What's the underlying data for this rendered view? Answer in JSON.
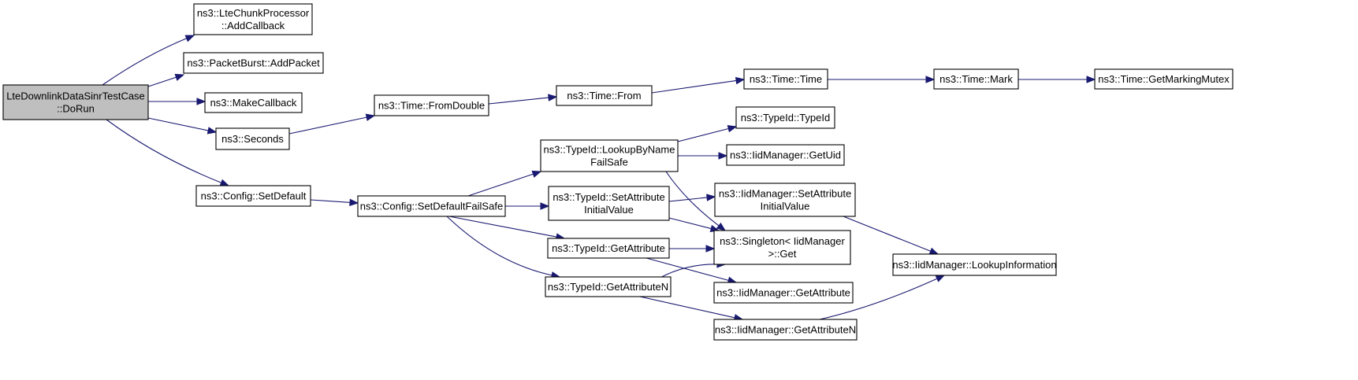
{
  "graph": {
    "nodes": [
      {
        "id": "root",
        "lines": [
          "LteDownlinkDataSinrTestCase",
          "::DoRun"
        ],
        "highlight": true
      },
      {
        "id": "lte_chunk_add_callback",
        "lines": [
          "ns3::LteChunkProcessor",
          "::AddCallback"
        ]
      },
      {
        "id": "packet_burst_add_packet",
        "lines": [
          "ns3::PacketBurst::AddPacket"
        ]
      },
      {
        "id": "make_callback",
        "lines": [
          "ns3::MakeCallback"
        ]
      },
      {
        "id": "seconds",
        "lines": [
          "ns3::Seconds"
        ]
      },
      {
        "id": "config_set_default",
        "lines": [
          "ns3::Config::SetDefault"
        ]
      },
      {
        "id": "time_from_double",
        "lines": [
          "ns3::Time::FromDouble"
        ]
      },
      {
        "id": "time_from",
        "lines": [
          "ns3::Time::From"
        ]
      },
      {
        "id": "time_time",
        "lines": [
          "ns3::Time::Time"
        ]
      },
      {
        "id": "time_mark",
        "lines": [
          "ns3::Time::Mark"
        ]
      },
      {
        "id": "time_get_marking_mutex",
        "lines": [
          "ns3::Time::GetMarkingMutex"
        ]
      },
      {
        "id": "config_set_default_failsafe",
        "lines": [
          "ns3::Config::SetDefaultFailSafe"
        ]
      },
      {
        "id": "typeid_lookup_by_name_failsafe",
        "lines": [
          "ns3::TypeId::LookupByName",
          "FailSafe"
        ]
      },
      {
        "id": "typeid_set_attribute_initial_value",
        "lines": [
          "ns3::TypeId::SetAttribute",
          "InitialValue"
        ]
      },
      {
        "id": "typeid_get_attribute",
        "lines": [
          "ns3::TypeId::GetAttribute"
        ]
      },
      {
        "id": "typeid_get_attribute_n",
        "lines": [
          "ns3::TypeId::GetAttributeN"
        ]
      },
      {
        "id": "typeid_typeid",
        "lines": [
          "ns3::TypeId::TypeId"
        ]
      },
      {
        "id": "iidmanager_get_uid",
        "lines": [
          "ns3::IidManager::GetUid"
        ]
      },
      {
        "id": "iidmanager_set_attribute_initial_value",
        "lines": [
          "ns3::IidManager::SetAttribute",
          "InitialValue"
        ]
      },
      {
        "id": "singleton_iidmanager_get",
        "lines": [
          "ns3::Singleton< IidManager",
          ">::Get"
        ]
      },
      {
        "id": "iidmanager_get_attribute",
        "lines": [
          "ns3::IidManager::GetAttribute"
        ]
      },
      {
        "id": "iidmanager_get_attribute_n",
        "lines": [
          "ns3::IidManager::GetAttributeN"
        ]
      },
      {
        "id": "iidmanager_lookup_information",
        "lines": [
          "ns3::IidManager::LookupInformation"
        ]
      }
    ],
    "edges": [
      {
        "from": "root",
        "to": "lte_chunk_add_callback"
      },
      {
        "from": "root",
        "to": "packet_burst_add_packet"
      },
      {
        "from": "root",
        "to": "make_callback"
      },
      {
        "from": "root",
        "to": "seconds"
      },
      {
        "from": "root",
        "to": "config_set_default"
      },
      {
        "from": "seconds",
        "to": "time_from_double"
      },
      {
        "from": "time_from_double",
        "to": "time_from"
      },
      {
        "from": "time_from",
        "to": "time_time"
      },
      {
        "from": "time_time",
        "to": "time_mark"
      },
      {
        "from": "time_mark",
        "to": "time_get_marking_mutex"
      },
      {
        "from": "config_set_default",
        "to": "config_set_default_failsafe"
      },
      {
        "from": "config_set_default_failsafe",
        "to": "typeid_lookup_by_name_failsafe"
      },
      {
        "from": "config_set_default_failsafe",
        "to": "typeid_set_attribute_initial_value"
      },
      {
        "from": "config_set_default_failsafe",
        "to": "typeid_get_attribute"
      },
      {
        "from": "config_set_default_failsafe",
        "to": "typeid_get_attribute_n"
      },
      {
        "from": "typeid_lookup_by_name_failsafe",
        "to": "typeid_typeid"
      },
      {
        "from": "typeid_lookup_by_name_failsafe",
        "to": "iidmanager_get_uid"
      },
      {
        "from": "typeid_lookup_by_name_failsafe",
        "to": "singleton_iidmanager_get"
      },
      {
        "from": "typeid_set_attribute_initial_value",
        "to": "iidmanager_set_attribute_initial_value"
      },
      {
        "from": "typeid_set_attribute_initial_value",
        "to": "singleton_iidmanager_get"
      },
      {
        "from": "typeid_get_attribute",
        "to": "singleton_iidmanager_get"
      },
      {
        "from": "typeid_get_attribute",
        "to": "iidmanager_get_attribute"
      },
      {
        "from": "typeid_get_attribute_n",
        "to": "singleton_iidmanager_get"
      },
      {
        "from": "typeid_get_attribute_n",
        "to": "iidmanager_get_attribute_n"
      },
      {
        "from": "iidmanager_set_attribute_initial_value",
        "to": "iidmanager_lookup_information"
      },
      {
        "from": "iidmanager_get_attribute_n",
        "to": "iidmanager_lookup_information"
      }
    ],
    "colors": {
      "edge": "#191970",
      "root_fill": "#bfbfbf",
      "node_fill": "#ffffff",
      "node_border": "#000000"
    }
  }
}
